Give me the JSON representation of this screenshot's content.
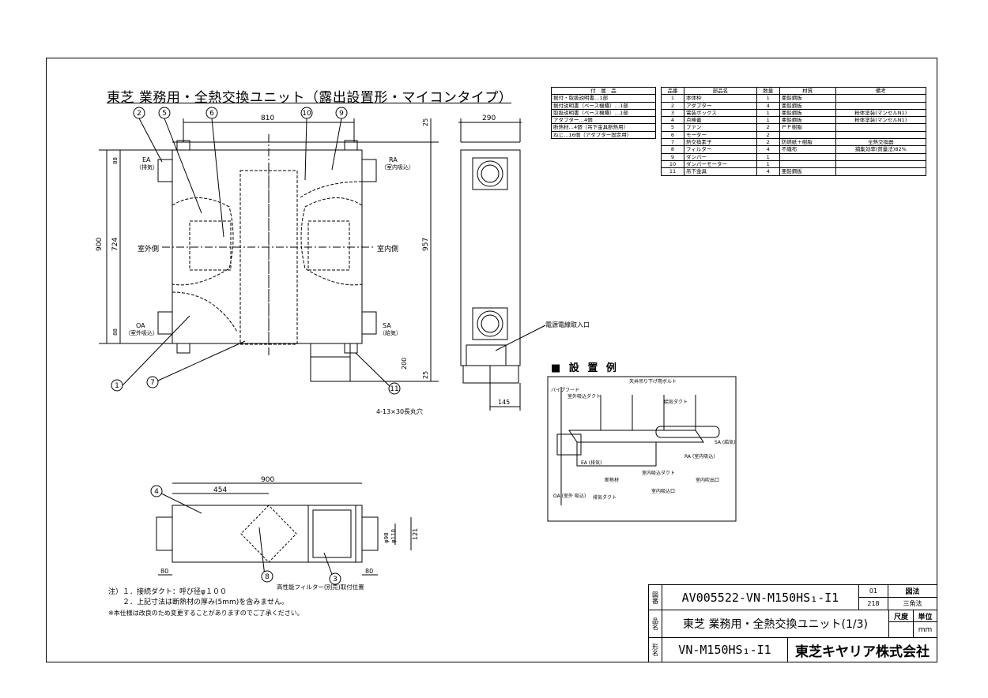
{
  "drawing": {
    "title": "東芝 業務用・全熱交換ユニット（露出設置形・マイコンタイプ）",
    "front_view": {
      "dim_width": "810",
      "dim_height_outer": "900",
      "dim_height_inner": "724",
      "dim_top_offset_a": "88",
      "dim_top_offset_b": "88",
      "dim_top_margin": "25",
      "dim_right_height": "957",
      "dim_bottom_drop": "200",
      "dim_bottom_margin": "25",
      "label_outdoor": "室外側",
      "label_indoor": "室内側",
      "ea_label": "EA",
      "ea_sub": "（排気）",
      "ra_label": "RA",
      "ra_sub": "（室内吸込）",
      "oa_label": "OA",
      "oa_sub": "（室外吸込）",
      "sa_label": "SA",
      "sa_sub": "（給気）",
      "hole_note": "4-13×30長丸穴",
      "balloons": [
        "2",
        "5",
        "6",
        "10",
        "9",
        "1",
        "7",
        "11"
      ]
    },
    "side_view": {
      "dim_depth": "290",
      "dim_bottom": "145",
      "power_cable_label": "電源電線取入口"
    },
    "top_view": {
      "dim_width": "900",
      "dim_half": "454",
      "dim_left": "80",
      "dim_right": "80",
      "dim_dia_outer": "φ110",
      "dim_dia_inner": "φ98",
      "dim_flange": "121",
      "filter_note": "高性能フィルター(別売)取付位置",
      "balloons": [
        "4",
        "8",
        "3"
      ]
    },
    "notes": [
      "注）１．接続ダクト：呼び径φ１００",
      "　　２．上記寸法は断熱材の厚み(5mm)を含みません。",
      "※本仕様は改良のため変更することがありますのでご了承ください。"
    ]
  },
  "accessories": {
    "header": "付　属　品",
    "rows": [
      "据付・取扱説明書…1部",
      "据付説明書（ベース機種）…1部",
      "取扱説明書（ベース機種）…1部",
      "アダプター…4個",
      "断熱材…4個（吊下金具断熱用）",
      "ねじ…16個（アダプター固定用）"
    ]
  },
  "parts_table": {
    "headers": [
      "品番",
      "部品名",
      "数量",
      "材質",
      "備考"
    ],
    "rows": [
      [
        "1",
        "本体枠",
        "1",
        "亜鉛鋼板",
        ""
      ],
      [
        "2",
        "アダプター",
        "4",
        "亜鉛鋼板",
        ""
      ],
      [
        "3",
        "電装ボックス",
        "1",
        "亜鉛鋼板",
        "粉体塗装(マンセルN1)"
      ],
      [
        "4",
        "点検蓋",
        "1",
        "亜鉛鋼板",
        "粉体塗装(マンセルN1)"
      ],
      [
        "5",
        "ファン",
        "2",
        "ＰＰ樹脂",
        ""
      ],
      [
        "6",
        "モーター",
        "2",
        "",
        ""
      ],
      [
        "7",
        "熱交換素子",
        "2",
        "防燃紙＋樹脂",
        "全熱交換器"
      ],
      [
        "8",
        "フィルター",
        "4",
        "不織布",
        "捕集効率(質量法)82%"
      ],
      [
        "9",
        "ダンパー",
        "1",
        "",
        ""
      ],
      [
        "10",
        "ダンパーモーター",
        "1",
        "",
        ""
      ],
      [
        "11",
        "吊下金具",
        "4",
        "亜鉛鋼板",
        ""
      ]
    ]
  },
  "install_example": {
    "heading": "■ 設 置 例",
    "labels": {
      "bolt": "天井吊り下げ用ボルト",
      "pipe_hood": "パイプフード",
      "outdoor_duct": "室外吸込ダクト",
      "supply_duct": "給気ダクト",
      "ea": "EA\n(排気)",
      "insulation": "断熱材",
      "exhaust_duct": "排気ダクト",
      "indoor_duct": "室内吸込ダクト",
      "ra": "RA\n(室内吸込)",
      "sa": "SA\n(給気)",
      "indoor_inlet": "室内吸込口",
      "indoor_outlet": "室内吹出口",
      "oa": "OA\n(室外\n吸込)"
    }
  },
  "title_block": {
    "drawing_no_label": "図番",
    "drawing_no": "AV005522-VN-M150HS₁-I1",
    "rev": "01",
    "rev2": "218",
    "method_label": "図法",
    "method": "三角法",
    "name_label": "品名",
    "name": "東芝 業務用・全熱交換ユニット(1/3)",
    "scale_label": "尺度",
    "unit_label": "単位",
    "unit": "mm",
    "model_label": "形名",
    "model": "VN-M150HS₁-I1",
    "company": "東芝キヤリア株式会社"
  }
}
